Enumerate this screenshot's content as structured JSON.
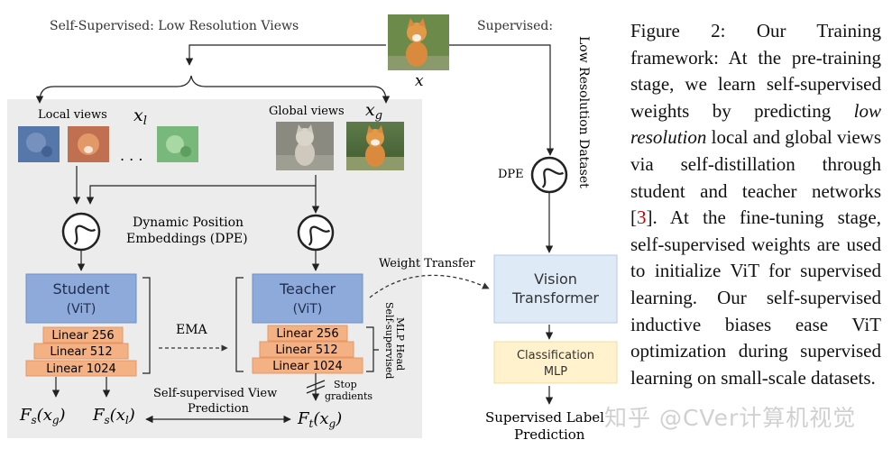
{
  "labels": {
    "self_supervised_title": "Self-Supervised: Low Resolution Views",
    "supervised_title": "Supervised:",
    "input_var": "x",
    "local_views": "Local views",
    "local_var": "x",
    "local_sub": "l",
    "global_views": "Global views",
    "global_var": "x",
    "global_sub": "g",
    "ellipsis": ". . .",
    "dpe_line1": "Dynamic Position",
    "dpe_line2": "Embeddings (DPE)",
    "student_line1": "Student",
    "student_line2": "(ViT)",
    "teacher_line1": "Teacher",
    "teacher_line2": "(ViT)",
    "ema": "EMA",
    "weight_transfer": "Weight Transfer",
    "low_res_dataset": "Low Resolution Dataset",
    "dpe_right": "DPE",
    "vision_transformer_line1": "Vision",
    "vision_transformer_line2": "Transformer",
    "classification_line1": "Classification",
    "classification_line2": "MLP",
    "supervised_label_line1": "Supervised Label",
    "supervised_label_line2": "Prediction",
    "mlp_head_line1": "Self-supervised",
    "mlp_head_line2": "MLP Head",
    "stop_line1": "Stop",
    "stop_line2": "gradients",
    "view_pred_line1": "Self-supervised View",
    "view_pred_line2": "Prediction",
    "fs_xg": "F",
    "fs_xg_sub": "s",
    "fs_xg_arg": "(x",
    "fs_xg_arg_sub": "g",
    "fs_xl": "F",
    "fs_xl_sub": "s",
    "fs_xl_arg": "(x",
    "fs_xl_arg_sub": "l",
    "ft_xg": "F",
    "ft_xg_sub": "t",
    "ft_xg_arg": "(x",
    "ft_xg_arg_sub": "g",
    "close_paren": ")"
  },
  "student_layers": [
    "Linear 256",
    "Linear 512",
    "Linear 1024"
  ],
  "teacher_layers": [
    "Linear 256",
    "Linear 512",
    "Linear 1024"
  ],
  "caption": {
    "prefix": "Figure 2:   Our Training framework:   At the pre-training stage, we learn self-supervised weights by predicting ",
    "italic": "low resolution",
    "middle": " local and global views via self-distillation through student and teacher networks [",
    "ref": "3",
    "suffix": "]. At the fine-tuning stage, self-supervised weights are used to initialize ViT for supervised learning.  Our self-supervised inductive biases ease ViT optimization during supervised learning on small-scale datasets."
  },
  "watermark": "知乎 @CVer计算机视觉",
  "colors": {
    "panel_bg": "#ececec",
    "vit_box": "#8eaadb",
    "vit_box_border": "#6d8fc9",
    "linear_fill": "#f4b183",
    "linear_border": "#e59866",
    "vision_transformer_fill": "#deebf7",
    "classification_fill": "#fff2cc",
    "caption_ref": "#c00000"
  }
}
